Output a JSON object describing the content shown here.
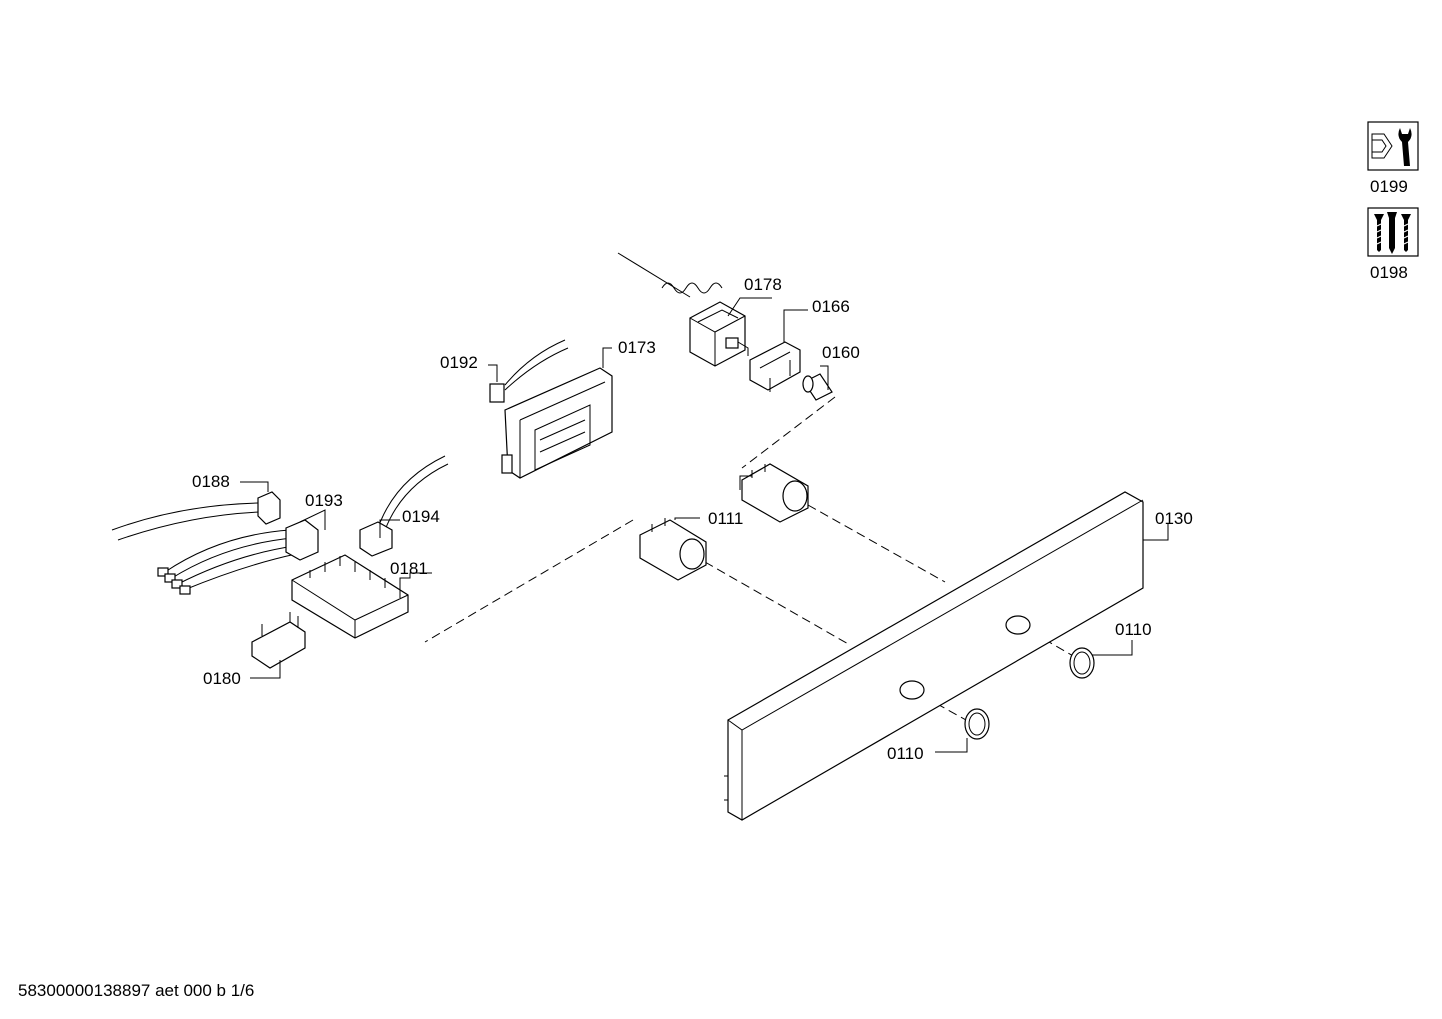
{
  "footer": {
    "text": "58300000138897 aet 000 b 1/6"
  },
  "legend": {
    "tool_icon_label": "0199",
    "screws_icon_label": "0198"
  },
  "labels": {
    "p0178": "0178",
    "p0166": "0166",
    "p0160": "0160",
    "p0192": "0192",
    "p0173": "0173",
    "p0188": "0188",
    "p0193": "0193",
    "p0194": "0194",
    "p0181": "0181",
    "p0180": "0180",
    "p0111": "0111",
    "p0130": "0130",
    "p0110a": "0110",
    "p0110b": "0110"
  },
  "icons": {
    "tool": "wrench-nut-icon",
    "screws": "screws-icon"
  }
}
